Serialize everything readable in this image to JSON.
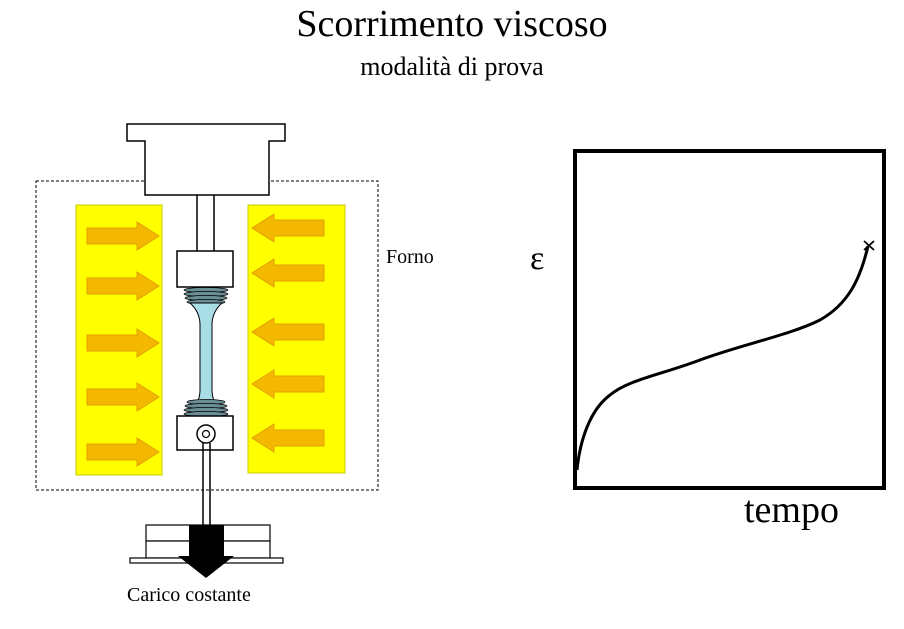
{
  "header": {
    "title": "Scorrimento viscoso",
    "subtitle": "modalità di prova"
  },
  "apparatus": {
    "furnace_label": "Forno",
    "load_label": "Carico costante",
    "heater_color": "#ffff00",
    "arrow_color": "#f5b800",
    "specimen_color": "#a8dde6"
  },
  "graph": {
    "y_label": "ε",
    "x_label": "tempo",
    "curve_color": "#000000",
    "fracture_marker": "x"
  }
}
